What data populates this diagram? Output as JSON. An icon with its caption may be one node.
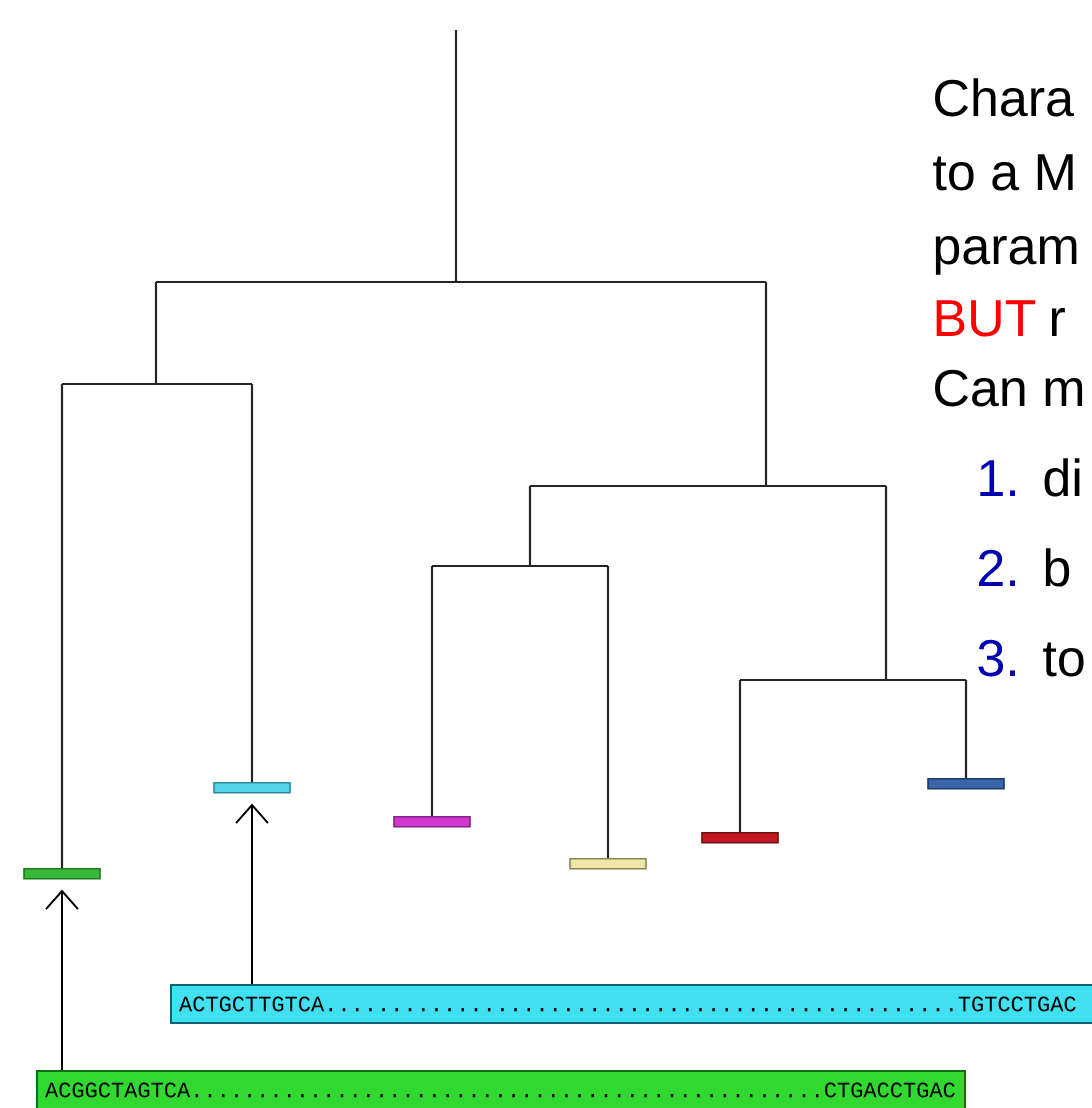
{
  "diagram": {
    "nodes": [
      {
        "text": [],
        "shape": "bar"
      },
      {
        "text": [],
        "shape": "bar"
      },
      {
        "text": [],
        "shape": "bar"
      },
      {
        "text": [],
        "shape": "bar"
      },
      {
        "text": [],
        "shape": "bar"
      },
      {
        "text": [],
        "shape": "bar"
      },
      {
        "text": [
          "ACTGCTTGTCA................................................TGTCCTGAC"
        ]
      },
      {
        "text": [
          "ACGGCTAGTCA................................................CTGACCTGAC"
        ]
      }
    ],
    "edges": [
      {
        "from": 6,
        "to": 1,
        "arrow": "to"
      },
      {
        "from": 7,
        "to": 0,
        "arrow": "to"
      }
    ],
    "labels": [
      "Chara",
      "to a M",
      "param",
      "BUT",
      "r",
      "Can m",
      "1.",
      "di",
      "2.",
      "b",
      "3.",
      "to"
    ]
  }
}
